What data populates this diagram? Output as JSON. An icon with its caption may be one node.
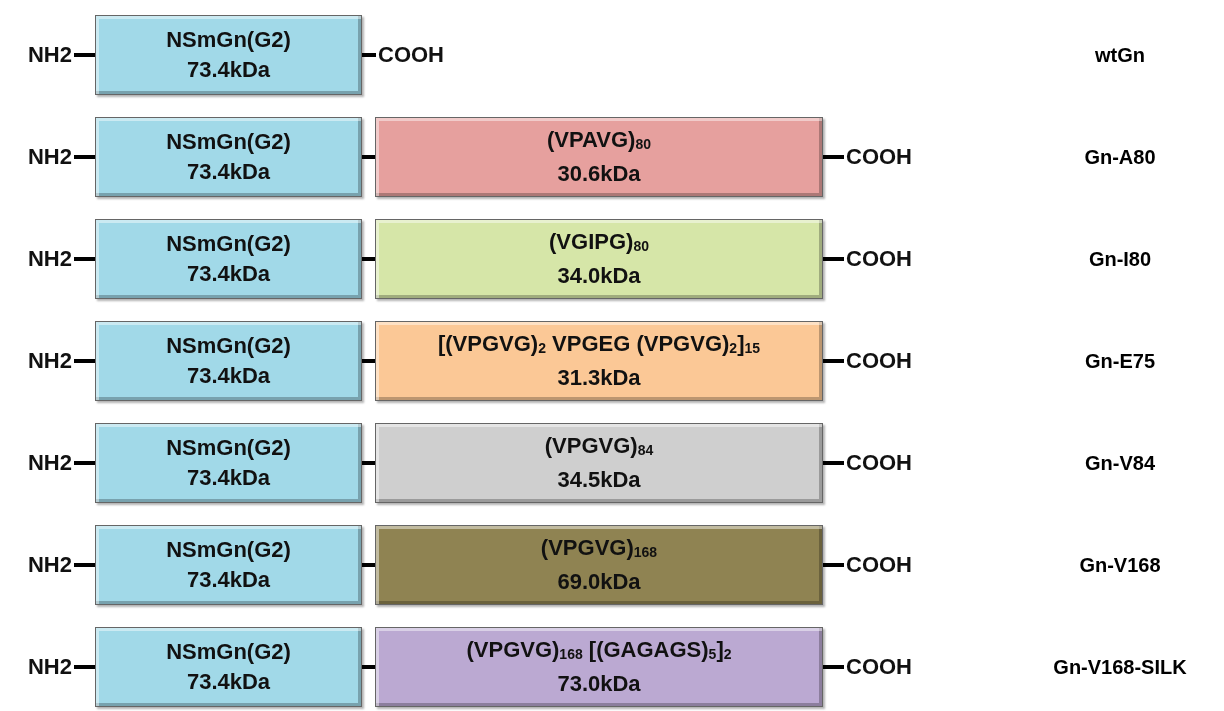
{
  "diagram": {
    "nodes": [
      {
        "text": [
          "NH2"
        ]
      },
      {
        "text": [
          "NSmGn(G2)",
          "73.4kDa"
        ]
      },
      {
        "text": [
          "COOH"
        ]
      },
      {
        "text": [
          "NH2"
        ]
      },
      {
        "text": [
          "NSmGn(G2)",
          "73.4kDa"
        ]
      },
      {
        "text": [
          "(VPAVG)$_{80}$",
          "30.6kDa"
        ]
      },
      {
        "text": [
          "COOH"
        ]
      },
      {
        "text": [
          "NH2"
        ]
      },
      {
        "text": [
          "NSmGn(G2)",
          "73.4kDa"
        ]
      },
      {
        "text": [
          "(VGIPG)$_{80}$",
          "34.0kDa"
        ]
      },
      {
        "text": [
          "COOH"
        ]
      },
      {
        "text": [
          "NH2"
        ]
      },
      {
        "text": [
          "NSmGn(G2)",
          "73.4kDa"
        ]
      },
      {
        "text": [
          "[(VPGVG)$_{2}$ VPGEG (VPGVG)$_{2}$]$_{15}$",
          "31.3kDa"
        ]
      },
      {
        "text": [
          "COOH"
        ]
      },
      {
        "text": [
          "NH2"
        ]
      },
      {
        "text": [
          "NSmGn(G2)",
          "73.4kDa"
        ]
      },
      {
        "text": [
          "(VPGVG)$_{84}$",
          "34.5kDa"
        ]
      },
      {
        "text": [
          "COOH"
        ]
      },
      {
        "text": [
          "NH2"
        ]
      },
      {
        "text": [
          "NSmGn(G2)",
          "73.4kDa"
        ]
      },
      {
        "text": [
          "(VPGVG)$_{168}$",
          "69.0kDa"
        ]
      },
      {
        "text": [
          "COOH"
        ]
      },
      {
        "text": [
          "NH2"
        ]
      },
      {
        "text": [
          "NSmGn(G2)",
          "73.4kDa"
        ]
      },
      {
        "text": [
          "(VPGVG)$_{168}$ [(GAGAGS)$_{5}$]$_{2}$",
          "73.0kDa"
        ]
      },
      {
        "text": [
          "COOH"
        ]
      }
    ],
    "edges": [
      {
        "from": 0,
        "to": 1,
        "arrow": "none"
      },
      {
        "from": 1,
        "to": 2,
        "arrow": "none"
      },
      {
        "from": 3,
        "to": 4,
        "arrow": "none"
      },
      {
        "from": 4,
        "to": 5,
        "arrow": "none"
      },
      {
        "from": 5,
        "to": 6,
        "arrow": "none"
      },
      {
        "from": 7,
        "to": 8,
        "arrow": "none"
      },
      {
        "from": 8,
        "to": 9,
        "arrow": "none"
      },
      {
        "from": 9,
        "to": 10,
        "arrow": "none"
      },
      {
        "from": 11,
        "to": 12,
        "arrow": "none"
      },
      {
        "from": 12,
        "to": 13,
        "arrow": "none"
      },
      {
        "from": 13,
        "to": 14,
        "arrow": "none"
      },
      {
        "from": 15,
        "to": 16,
        "arrow": "none"
      },
      {
        "from": 16,
        "to": 17,
        "arrow": "none"
      },
      {
        "from": 17,
        "to": 18,
        "arrow": "none"
      },
      {
        "from": 19,
        "to": 20,
        "arrow": "none"
      },
      {
        "from": 20,
        "to": 21,
        "arrow": "none"
      },
      {
        "from": 21,
        "to": 22,
        "arrow": "none"
      },
      {
        "from": 23,
        "to": 24,
        "arrow": "none"
      },
      {
        "from": 24,
        "to": 25,
        "arrow": "none"
      },
      {
        "from": 25,
        "to": 26,
        "arrow": "none"
      }
    ],
    "labels": [
      "wtGn",
      "Gn-A80",
      "Gn-I80",
      "Gn-E75",
      "Gn-V84",
      "Gn-V168",
      "Gn-V168-SILK"
    ]
  }
}
